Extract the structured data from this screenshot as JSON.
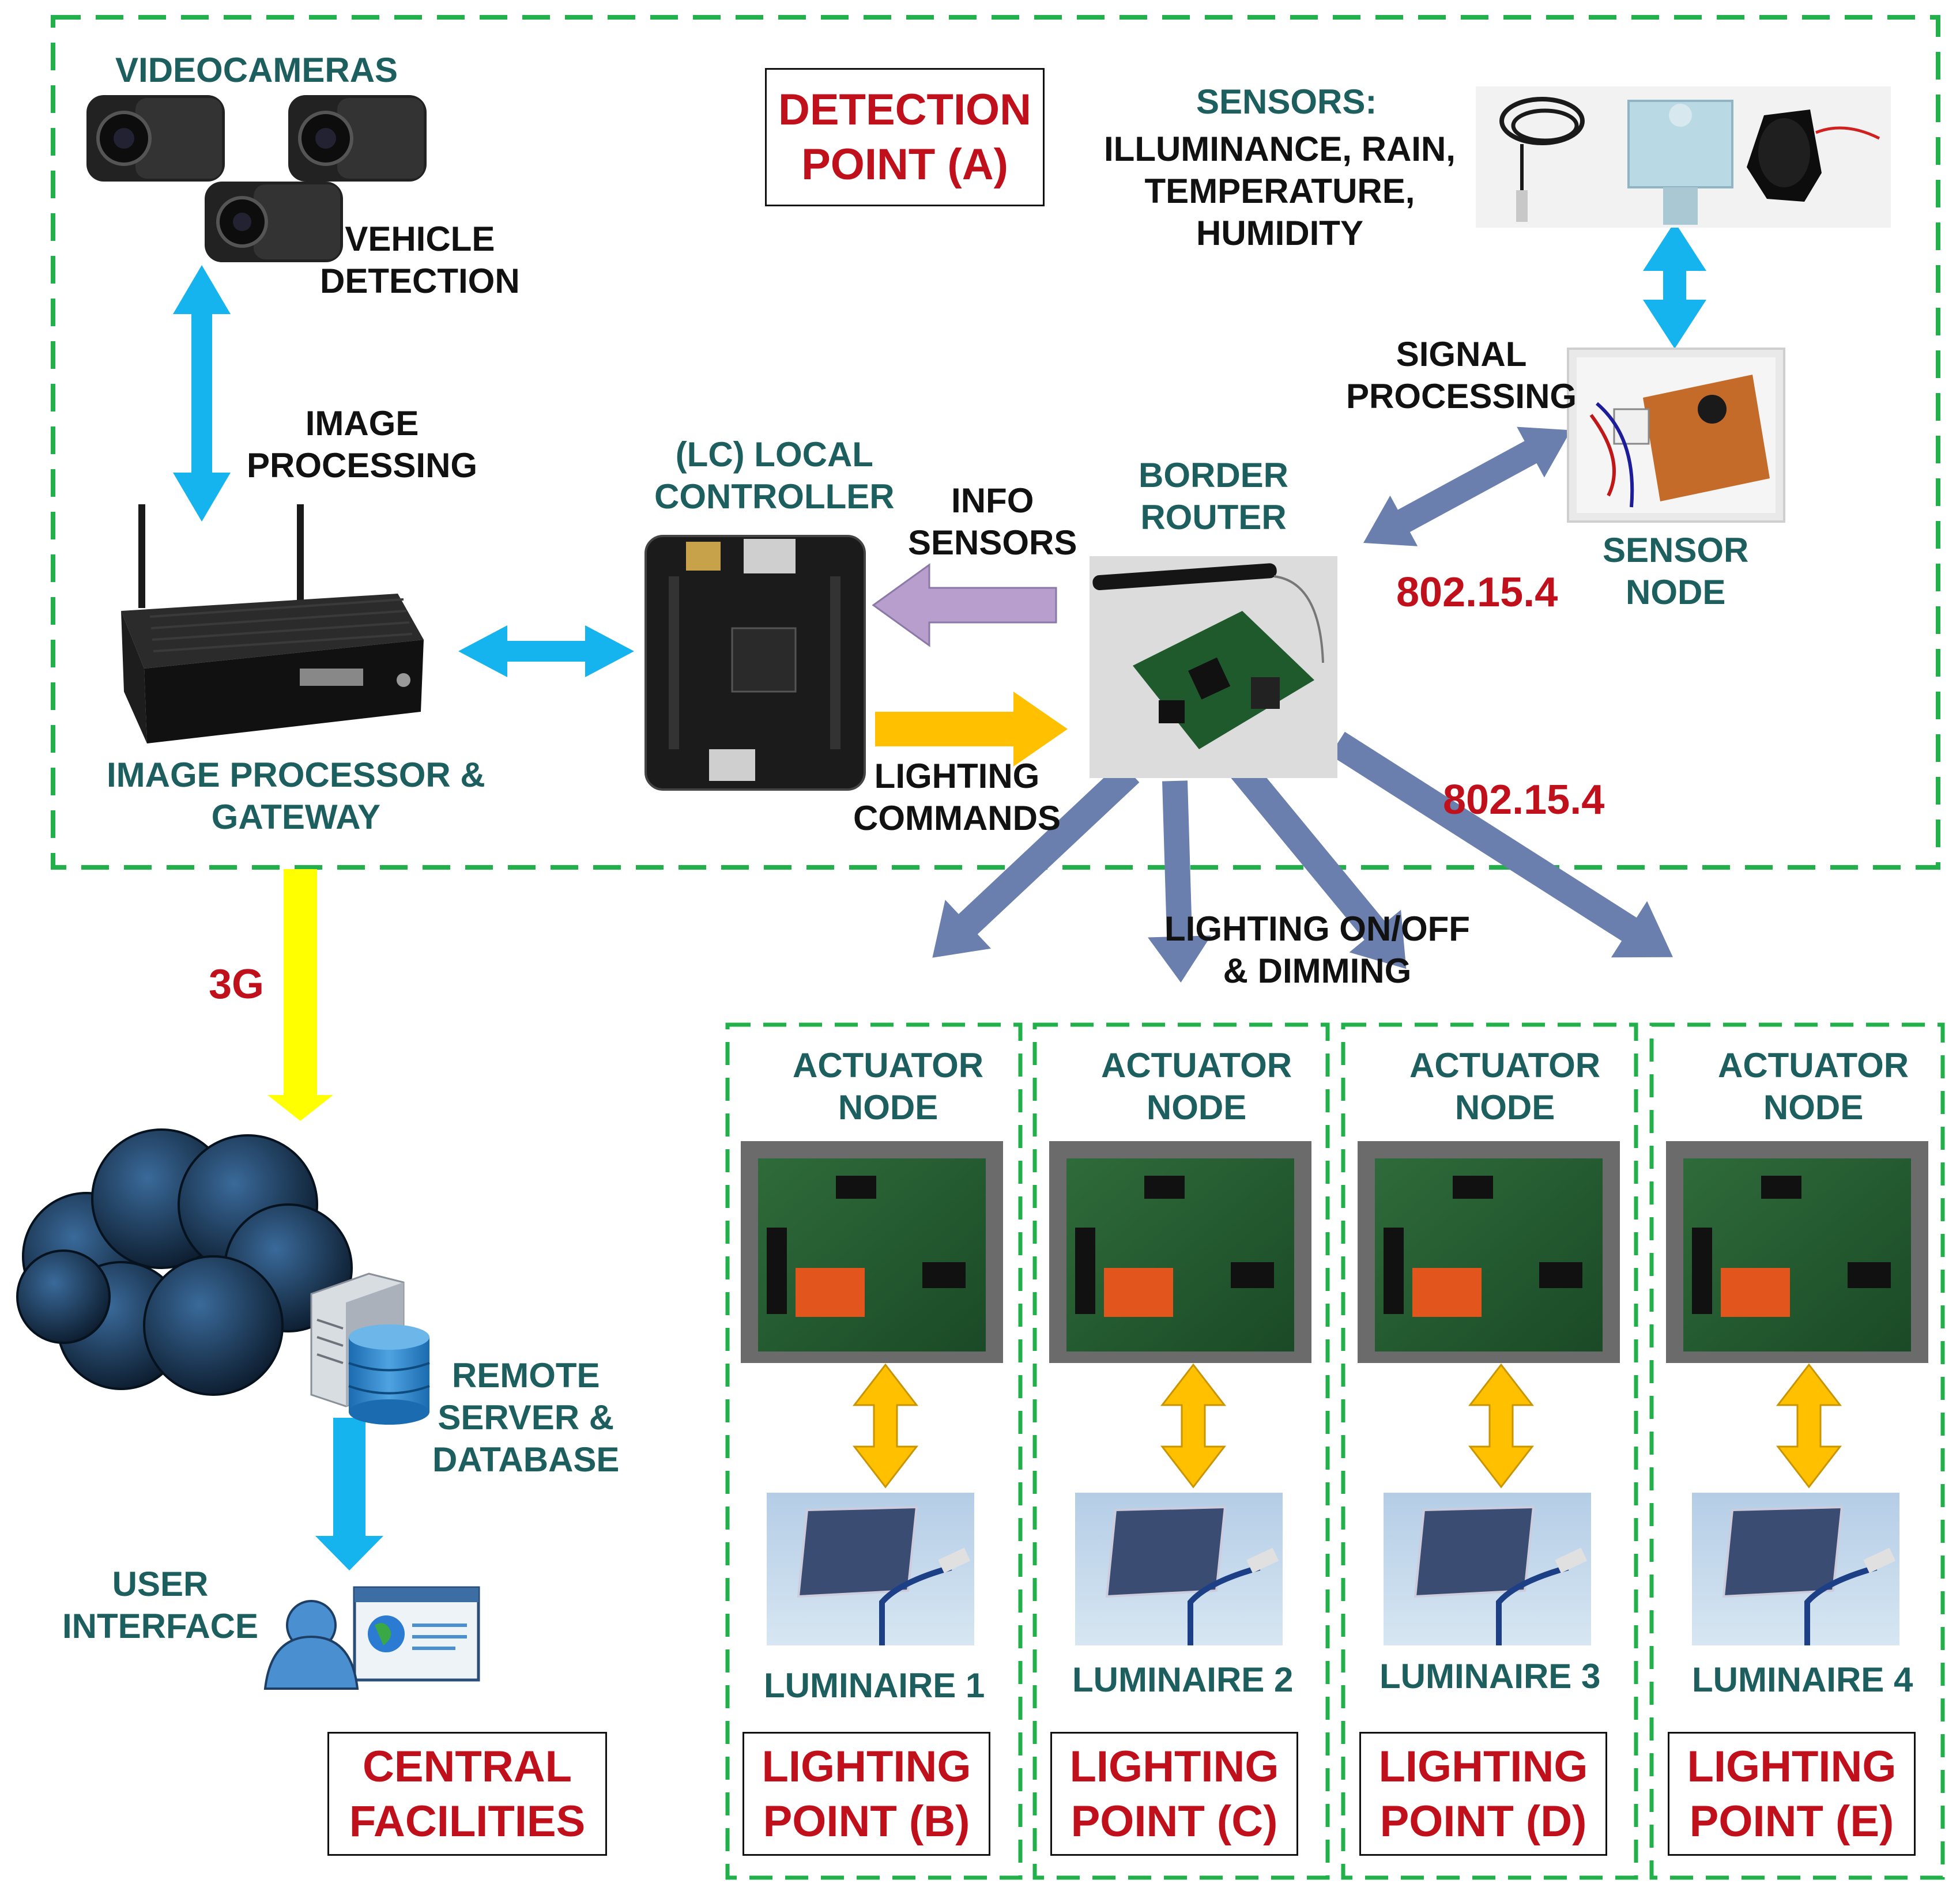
{
  "detection_point": {
    "title_lines": [
      "DETECTION",
      "POINT (A)"
    ],
    "videocameras_label": "VIDEOCAMERAS",
    "vehicle_detection_lines": [
      "VEHICLE",
      "DETECTION"
    ],
    "image_processing_lines": [
      "IMAGE",
      "PROCESSING"
    ],
    "image_processor_lines": [
      "IMAGE PROCESSOR &",
      "GATEWAY"
    ],
    "local_controller_lines": [
      "(LC) LOCAL",
      "CONTROLLER"
    ],
    "info_sensors_lines": [
      "INFO",
      "SENSORS"
    ],
    "lighting_commands_lines": [
      "LIGHTING",
      "COMMANDS"
    ],
    "border_router_lines": [
      "BORDER",
      "ROUTER"
    ],
    "sensors_heading": "SENSORS:",
    "sensors_list_lines": [
      "ILLUMINANCE, RAIN,",
      "TEMPERATURE,",
      "HUMIDITY"
    ],
    "signal_processing_lines": [
      "SIGNAL",
      "PROCESSING"
    ],
    "sensor_node_lines": [
      "SENSOR",
      "NODE"
    ],
    "protocol_sensor_link": "802.15.4",
    "protocol_actuator_link": "802.15.4"
  },
  "links": {
    "cellular_label": "3G",
    "lighting_control_lines": [
      "LIGHTING ON/OFF",
      "& DIMMING"
    ]
  },
  "central_facilities": {
    "title_lines": [
      "CENTRAL",
      "FACILITIES"
    ],
    "remote_server_lines": [
      "REMOTE",
      "SERVER &",
      "DATABASE"
    ],
    "user_interface_lines": [
      "USER",
      "INTERFACE"
    ]
  },
  "lighting_points": [
    {
      "node_lines": [
        "ACTUATOR",
        "NODE"
      ],
      "luminaire": "LUMINAIRE 1",
      "title_lines": [
        "LIGHTING",
        "POINT (B)"
      ]
    },
    {
      "node_lines": [
        "ACTUATOR",
        "NODE"
      ],
      "luminaire": "LUMINAIRE 2",
      "title_lines": [
        "LIGHTING",
        "POINT (C)"
      ]
    },
    {
      "node_lines": [
        "ACTUATOR",
        "NODE"
      ],
      "luminaire": "LUMINAIRE 3",
      "title_lines": [
        "LIGHTING",
        "POINT (D)"
      ]
    },
    {
      "node_lines": [
        "ACTUATOR",
        "NODE"
      ],
      "luminaire": "LUMINAIRE 4",
      "title_lines": [
        "LIGHTING",
        "POINT (E)"
      ]
    }
  ],
  "colors": {
    "zone_border": "#22b04a",
    "teal_text": "#1d5e5e",
    "red_text": "#c0101c",
    "blue_arrow": "#16b4ee",
    "slate_arrow": "#6b7fae",
    "violet_arrow": "#b79ecd",
    "amber_arrow": "#ffc000",
    "yellow_arrow": "#ffff00"
  }
}
